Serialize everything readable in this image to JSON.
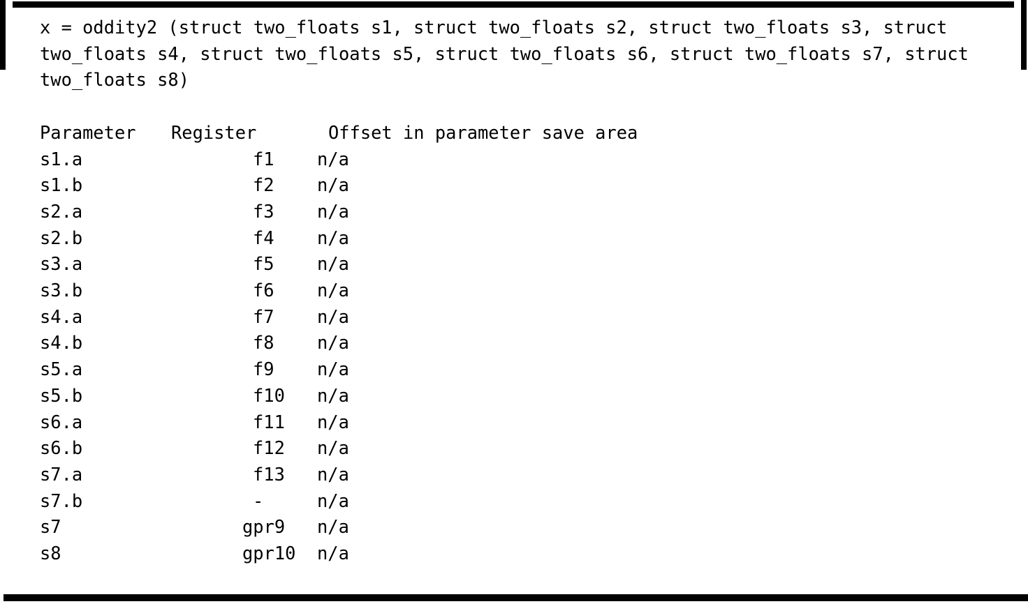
{
  "figure": {
    "signature_lines": [
      "x = oddity2 (struct two_floats s1, struct two_floats s2, struct two_floats s3, struct",
      "two_floats s4, struct two_floats s5, struct two_floats s6, struct two_floats s7, struct",
      "two_floats s8)"
    ],
    "table": {
      "headers": {
        "parameter": "Parameter",
        "register": "Register",
        "offset": "Offset in parameter save area"
      },
      "rows": [
        {
          "parameter": "s1.a",
          "register": "f1",
          "offset": "n/a"
        },
        {
          "parameter": "s1.b",
          "register": "f2",
          "offset": "n/a"
        },
        {
          "parameter": "s2.a",
          "register": "f3",
          "offset": "n/a"
        },
        {
          "parameter": "s2.b",
          "register": "f4",
          "offset": "n/a"
        },
        {
          "parameter": "s3.a",
          "register": "f5",
          "offset": "n/a"
        },
        {
          "parameter": "s3.b",
          "register": "f6",
          "offset": "n/a"
        },
        {
          "parameter": "s4.a",
          "register": "f7",
          "offset": "n/a"
        },
        {
          "parameter": "s4.b",
          "register": "f8",
          "offset": "n/a"
        },
        {
          "parameter": "s5.a",
          "register": "f9",
          "offset": "n/a"
        },
        {
          "parameter": "s5.b",
          "register": "f10",
          "offset": "n/a"
        },
        {
          "parameter": "s6.a",
          "register": "f11",
          "offset": "n/a"
        },
        {
          "parameter": "s6.b",
          "register": "f12",
          "offset": "n/a"
        },
        {
          "parameter": "s7.a",
          "register": "f13",
          "offset": "n/a"
        },
        {
          "parameter": "s7.b",
          "register": "-",
          "offset": "n/a"
        },
        {
          "parameter": "s7",
          "register": "gpr9",
          "offset": "n/a"
        },
        {
          "parameter": "s8",
          "register": "gpr10",
          "offset": "n/a"
        }
      ]
    },
    "colors": {
      "text": "#000000",
      "rule": "#000000",
      "background": "#ffffff"
    }
  }
}
